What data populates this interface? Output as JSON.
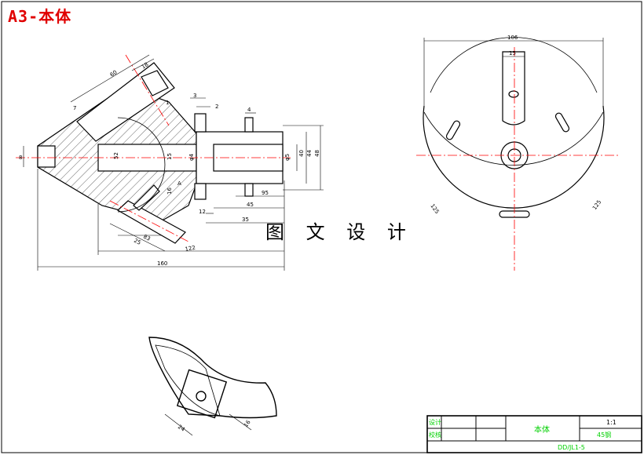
{
  "sheet": {
    "title": "A3-本体",
    "watermark": "图 文 设 计"
  },
  "dimensions": {
    "main_view": [
      "60",
      "18",
      "7",
      "3",
      "2",
      "4",
      "8",
      "52",
      "15",
      "48",
      "φ5",
      "φ4",
      "16",
      "1",
      "A",
      "95",
      "45",
      "12",
      "35",
      "83",
      "25",
      "122",
      "160",
      "40",
      "44"
    ],
    "side_view": [
      "106",
      "15",
      "125",
      "125"
    ],
    "section_view": [
      "24",
      "16"
    ]
  },
  "title_block": {
    "part_name": "本体",
    "scale": "1:1",
    "material": "45钢",
    "drawing_no": "DD/JL1-5",
    "label_designer": "设计",
    "label_check": "校核"
  },
  "colors": {
    "outline": "#000000",
    "centerline": "#ff0000",
    "title": "#e00000",
    "titleblock_text": "#00d000"
  }
}
